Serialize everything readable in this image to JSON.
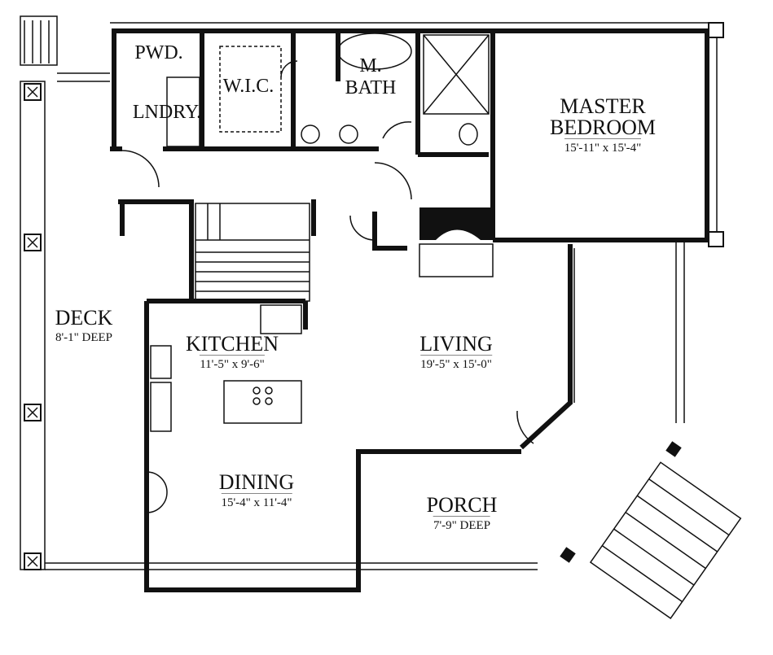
{
  "plan": {
    "rooms": [
      {
        "id": "pwd",
        "name": "PWD."
      },
      {
        "id": "lndry",
        "name": "LNDRY."
      },
      {
        "id": "wic",
        "name": "W.I.C."
      },
      {
        "id": "mbath",
        "name": "M.\nBATH",
        "line1": "M.",
        "line2": "BATH"
      },
      {
        "id": "master",
        "line1": "MASTER",
        "line2": "BEDROOM",
        "dims": "15'-11\" x 15'-4\""
      },
      {
        "id": "deck",
        "name": "DECK",
        "dims": "8'-1\" DEEP"
      },
      {
        "id": "kitchen",
        "name": "KITCHEN",
        "dims": "11'-5\" x 9'-6\""
      },
      {
        "id": "living",
        "name": "LIVING",
        "dims": "19'-5\" x 15'-0\""
      },
      {
        "id": "dining",
        "name": "DINING",
        "dims": "15'-4\" x 11'-4\""
      },
      {
        "id": "porch",
        "name": "PORCH",
        "dims": "7'-9\" DEEP"
      }
    ]
  }
}
